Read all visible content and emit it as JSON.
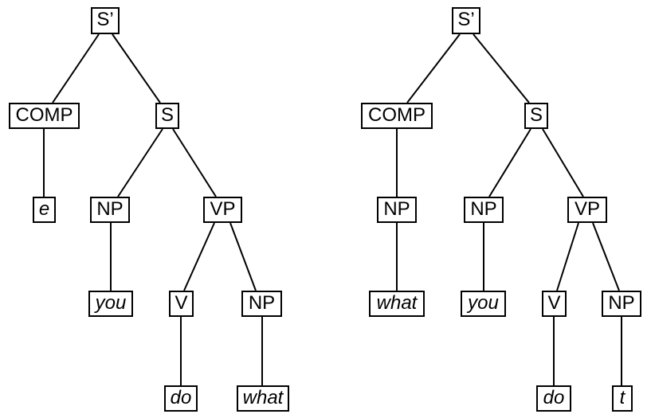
{
  "figure": {
    "kind": "syntax-trees",
    "tree_count": 2,
    "line_color": "#000000",
    "background_color": "#ffffff"
  },
  "trees": [
    {
      "position": "left",
      "nodes": [
        {
          "id": "s-bar",
          "label": "S’",
          "italic": false
        },
        {
          "id": "comp",
          "label": "COMP",
          "italic": false
        },
        {
          "id": "s",
          "label": "S",
          "italic": false
        },
        {
          "id": "e",
          "label": "e",
          "italic": true
        },
        {
          "id": "np-subject",
          "label": "NP",
          "italic": false
        },
        {
          "id": "vp",
          "label": "VP",
          "italic": false
        },
        {
          "id": "you",
          "label": "you",
          "italic": true
        },
        {
          "id": "v",
          "label": "V",
          "italic": false
        },
        {
          "id": "np-object",
          "label": "NP",
          "italic": false
        },
        {
          "id": "do",
          "label": "do",
          "italic": true
        },
        {
          "id": "what",
          "label": "what",
          "italic": true
        }
      ],
      "edges": [
        [
          "s-bar",
          "comp"
        ],
        [
          "s-bar",
          "s"
        ],
        [
          "comp",
          "e"
        ],
        [
          "s",
          "np-subject"
        ],
        [
          "s",
          "vp"
        ],
        [
          "np-subject",
          "you"
        ],
        [
          "vp",
          "v"
        ],
        [
          "vp",
          "np-object"
        ],
        [
          "v",
          "do"
        ],
        [
          "np-object",
          "what"
        ]
      ]
    },
    {
      "position": "right",
      "nodes": [
        {
          "id": "s-bar",
          "label": "S’",
          "italic": false
        },
        {
          "id": "comp",
          "label": "COMP",
          "italic": false
        },
        {
          "id": "s",
          "label": "S",
          "italic": false
        },
        {
          "id": "np-comp",
          "label": "NP",
          "italic": false
        },
        {
          "id": "np-subject",
          "label": "NP",
          "italic": false
        },
        {
          "id": "vp",
          "label": "VP",
          "italic": false
        },
        {
          "id": "what",
          "label": "what",
          "italic": true
        },
        {
          "id": "you",
          "label": "you",
          "italic": true
        },
        {
          "id": "v",
          "label": "V",
          "italic": false
        },
        {
          "id": "np-object",
          "label": "NP",
          "italic": false
        },
        {
          "id": "do",
          "label": "do",
          "italic": true
        },
        {
          "id": "t",
          "label": "t",
          "italic": true
        }
      ],
      "edges": [
        [
          "s-bar",
          "comp"
        ],
        [
          "s-bar",
          "s"
        ],
        [
          "comp",
          "np-comp"
        ],
        [
          "s",
          "np-subject"
        ],
        [
          "s",
          "vp"
        ],
        [
          "np-comp",
          "what"
        ],
        [
          "np-subject",
          "you"
        ],
        [
          "vp",
          "v"
        ],
        [
          "vp",
          "np-object"
        ],
        [
          "v",
          "do"
        ],
        [
          "np-object",
          "t"
        ]
      ]
    }
  ]
}
